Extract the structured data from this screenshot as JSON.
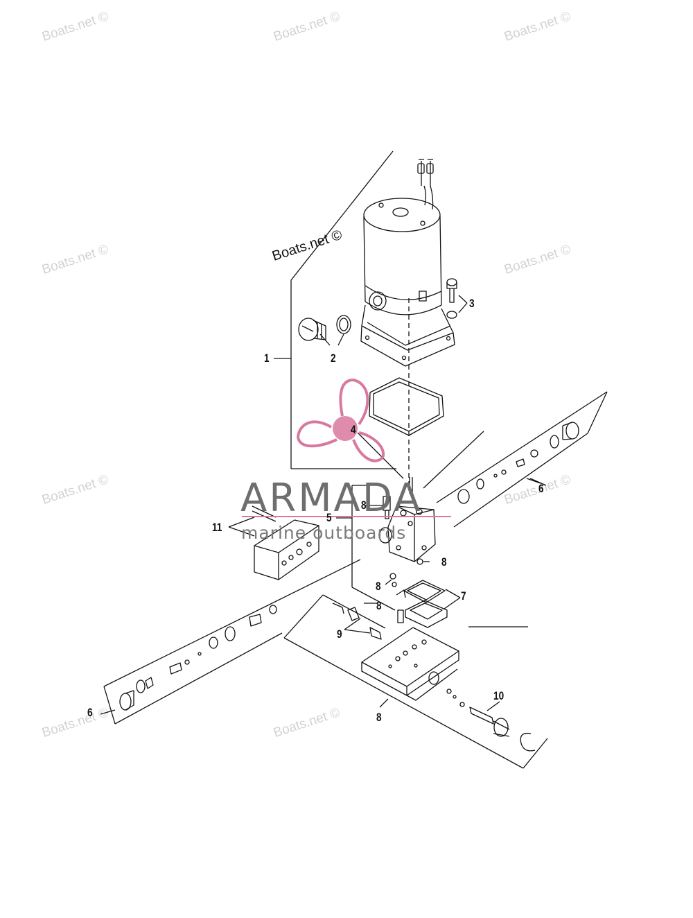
{
  "watermarks": [
    "Boats.net ©",
    "Boats.net ©",
    "Boats.net ©",
    "Boats.net ©",
    "Boats.net ©",
    "Boats.net ©",
    "Boats.net ©",
    "Boats.net ©",
    "Boats.net ©"
  ],
  "diagram_watermark": "Boats.net ©",
  "callouts": {
    "c1": "1",
    "c2": "2",
    "c3": "3",
    "c4": "4",
    "c5": "5",
    "c6a": "6",
    "c6b": "6",
    "c7": "7",
    "c8a": "8",
    "c8b": "8",
    "c8c": "8",
    "c8d": "8",
    "c8e": "8",
    "c9": "9",
    "c10": "10",
    "c11": "11"
  },
  "logo": {
    "title": "ARMADA",
    "subtitle": "marine outboards",
    "accent_color": "#d9789e",
    "text_color": "#6e6e6e"
  }
}
